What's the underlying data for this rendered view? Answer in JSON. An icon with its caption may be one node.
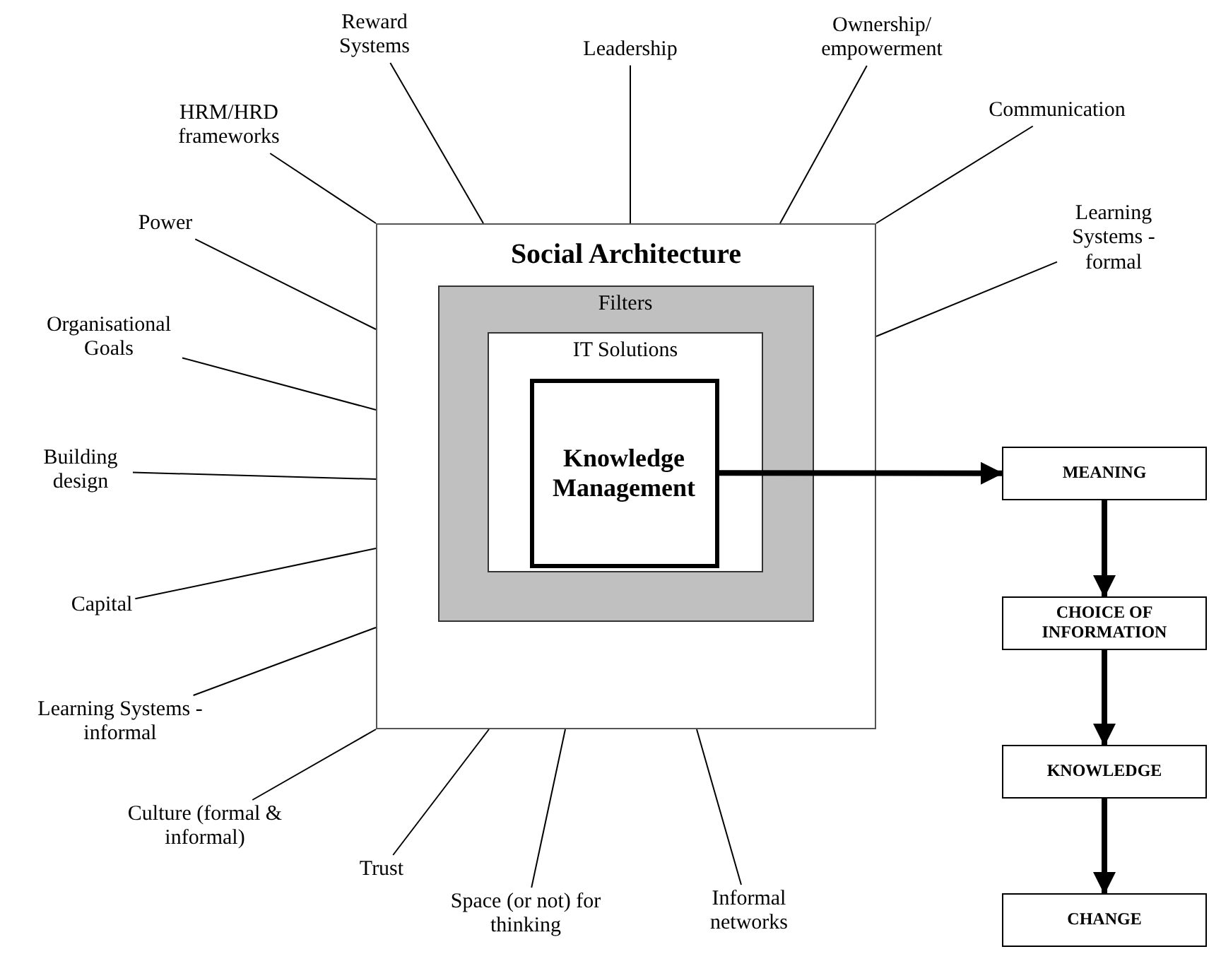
{
  "diagram": {
    "nodes": [
      {
        "text": [
          "Social Architecture"
        ]
      },
      {
        "text": [
          "Filters"
        ],
        "in": 0
      },
      {
        "text": [
          "IT Solutions"
        ],
        "in": 1
      },
      {
        "text": [
          "Knowledge Management"
        ],
        "in": 2
      },
      {
        "text": [
          "MEANING"
        ]
      },
      {
        "text": [
          "CHOICE OF INFORMATION"
        ]
      },
      {
        "text": [
          "KNOWLEDGE"
        ]
      },
      {
        "text": [
          "CHANGE"
        ]
      },
      {
        "text": [
          "Reward Systems"
        ]
      },
      {
        "text": [
          "Leadership"
        ]
      },
      {
        "text": [
          "Ownership/ empowerment"
        ]
      },
      {
        "text": [
          "HRM/HRD frameworks"
        ]
      },
      {
        "text": [
          "Communication"
        ]
      },
      {
        "text": [
          "Power"
        ]
      },
      {
        "text": [
          "Learning Systems - formal"
        ]
      },
      {
        "text": [
          "Organisational Goals"
        ]
      },
      {
        "text": [
          "Building design"
        ]
      },
      {
        "text": [
          "Capital"
        ]
      },
      {
        "text": [
          "Learning Systems - informal"
        ]
      },
      {
        "text": [
          "Culture (formal & informal)"
        ]
      },
      {
        "text": [
          "Trust"
        ]
      },
      {
        "text": [
          "Space (or not) for thinking"
        ]
      },
      {
        "text": [
          "Informal networks"
        ]
      }
    ],
    "edges": [
      {
        "from": 3,
        "to": 4,
        "arrow": "to",
        "style": "thick"
      },
      {
        "from": 4,
        "to": 5,
        "arrow": "to",
        "style": "thick"
      },
      {
        "from": 5,
        "to": 6,
        "arrow": "to",
        "style": "thick"
      },
      {
        "from": 6,
        "to": 7,
        "arrow": "to",
        "style": "thick"
      },
      {
        "from": 8,
        "to": 0,
        "arrow": "none"
      },
      {
        "from": 9,
        "to": 0,
        "arrow": "none"
      },
      {
        "from": 10,
        "to": 0,
        "arrow": "none"
      },
      {
        "from": 11,
        "to": 0,
        "arrow": "none"
      },
      {
        "from": 12,
        "to": 0,
        "arrow": "none"
      },
      {
        "from": 13,
        "to": 0,
        "arrow": "none"
      },
      {
        "from": 14,
        "to": 0,
        "arrow": "none"
      },
      {
        "from": 15,
        "to": 0,
        "arrow": "none"
      },
      {
        "from": 16,
        "to": 0,
        "arrow": "none"
      },
      {
        "from": 17,
        "to": 0,
        "arrow": "none"
      },
      {
        "from": 18,
        "to": 0,
        "arrow": "none"
      },
      {
        "from": 19,
        "to": 0,
        "arrow": "none"
      },
      {
        "from": 20,
        "to": 0,
        "arrow": "none"
      },
      {
        "from": 21,
        "to": 0,
        "arrow": "none"
      },
      {
        "from": 22,
        "to": 0,
        "arrow": "none"
      }
    ]
  }
}
